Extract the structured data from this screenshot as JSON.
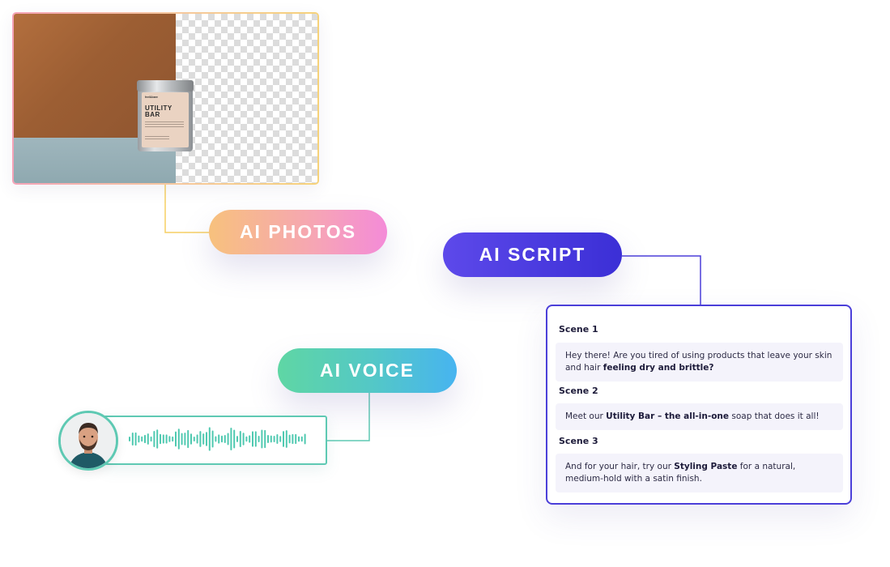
{
  "photo": {
    "jar_brand": "feel&bare",
    "jar_title": "UTILITY BAR"
  },
  "pills": {
    "photos": "AI PHOTOS",
    "script": "AI SCRIPT",
    "voice": "AI VOICE"
  },
  "colors": {
    "script_accent": "#4b3fd9",
    "voice_accent": "#5ec9b3",
    "photos_line": "#f5cf63"
  },
  "script": {
    "scenes": [
      {
        "label": "Scene 1",
        "text_a": "Hey there! Are you tired of using products that leave your skin and hair ",
        "bold_a": "feeling dry and brittle?",
        "text_b": "",
        "bold_b": "",
        "text_c": ""
      },
      {
        "label": "Scene 2",
        "text_a": "Meet our ",
        "bold_a": "Utility Bar – the all-in-one",
        "text_b": " soap that does it all!",
        "bold_b": "",
        "text_c": ""
      },
      {
        "label": "Scene 3",
        "text_a": "And for your hair, try our ",
        "bold_a": "Styling Paste",
        "text_b": " for a natural, medium-hold with a satin finish.",
        "bold_b": "",
        "text_c": ""
      }
    ]
  },
  "icons": {
    "avatar": "person-avatar",
    "wave": "audio-waveform-icon"
  }
}
